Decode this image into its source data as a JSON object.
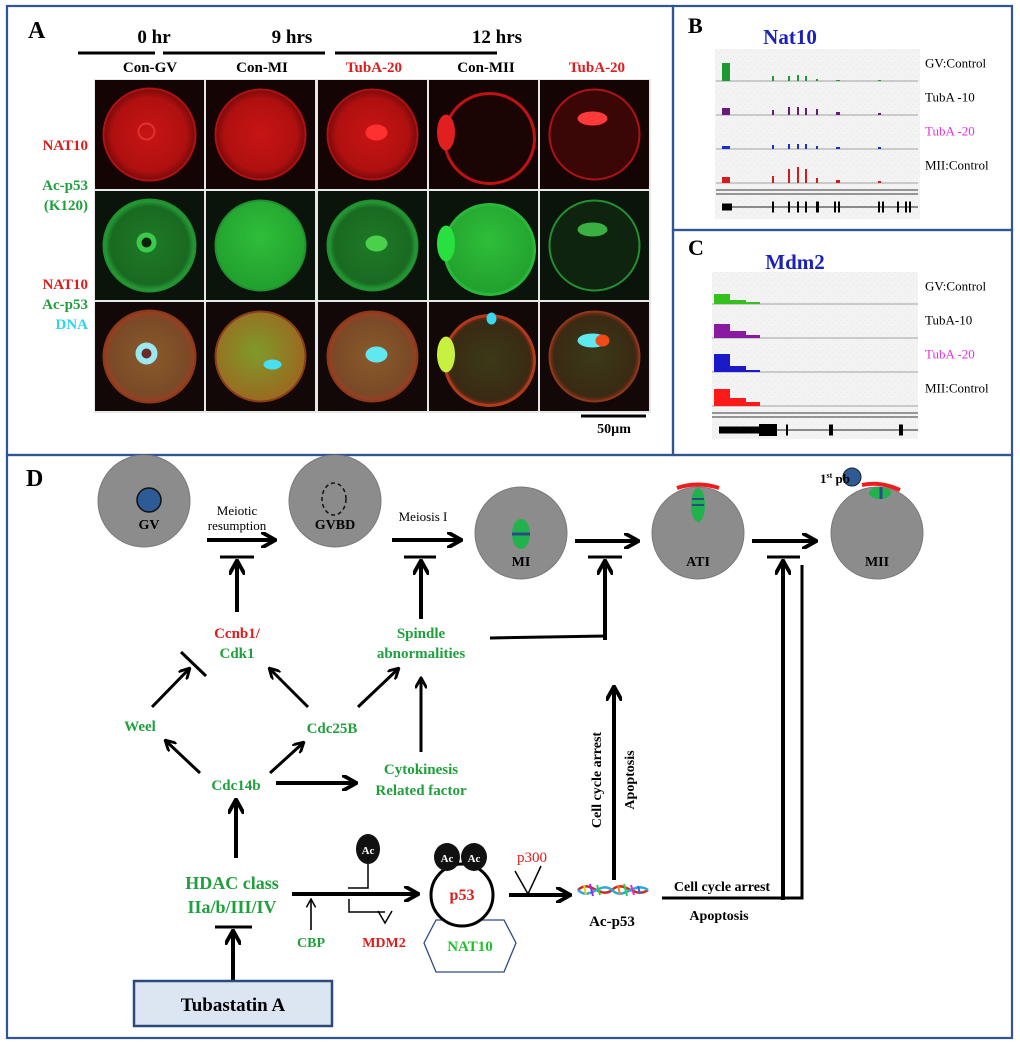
{
  "figure": {
    "panel_a": {
      "letter": "A",
      "time_headers": [
        "0 hr",
        "9 hrs",
        "12 hrs"
      ],
      "column_headers": [
        {
          "label": "Con-GV",
          "color": "#000000"
        },
        {
          "label": "Con-MI",
          "color": "#000000"
        },
        {
          "label": "TubA-20",
          "color": "#e01b1b"
        },
        {
          "label": "Con-MII",
          "color": "#000000"
        },
        {
          "label": "TubA-20",
          "color": "#e01b1b"
        }
      ],
      "row_labels": [
        {
          "lines": [
            {
              "text": "NAT10",
              "color": "#e01b1b"
            }
          ]
        },
        {
          "lines": [
            {
              "text": "Ac-p53",
              "color": "#1fa03c"
            },
            {
              "text": "(K120)",
              "color": "#1fa03c"
            }
          ]
        },
        {
          "lines": [
            {
              "text": "NAT10",
              "color": "#e01b1b"
            },
            {
              "text": "Ac-p53",
              "color": "#1fa03c"
            },
            {
              "text": "DNA",
              "color": "#2ad4ee"
            }
          ]
        }
      ],
      "scale_bar": "50µm"
    },
    "panel_b": {
      "letter": "B",
      "gene": "Nat10",
      "tracks": [
        {
          "label": "GV:Control",
          "label_color": "#000000",
          "color": "#1e9a35"
        },
        {
          "label": "TubA -10",
          "label_color": "#000000",
          "color": "#6a1b7a"
        },
        {
          "label": "TubA -20",
          "label_color": "#e62ee6",
          "color": "#1a2fc9"
        },
        {
          "label": "MII:Control",
          "label_color": "#000000",
          "color": "#d41c1c"
        }
      ]
    },
    "panel_c": {
      "letter": "C",
      "gene": "Mdm2",
      "tracks": [
        {
          "label": "GV:Control",
          "label_color": "#000000",
          "color": "#34c11e"
        },
        {
          "label": "TubA-10",
          "label_color": "#000000",
          "color": "#8a1aa0"
        },
        {
          "label": "TubA -20",
          "label_color": "#e62ee6",
          "color": "#1a1ac8"
        },
        {
          "label": "MII:Control",
          "label_color": "#000000",
          "color": "#ff1a1a"
        }
      ]
    },
    "panel_d": {
      "letter": "D",
      "stages": [
        "GV",
        "GVBD",
        "MI",
        "ATI",
        "MII"
      ],
      "transition_labels": {
        "meiotic": [
          "Meiotic",
          "resumption"
        ],
        "meiosis1": "Meiosis I"
      },
      "polar_body": {
        "main": "1",
        "sup": "st",
        "rest": " pb"
      },
      "nodes": {
        "ccnb1": "Ccnb1/",
        "cdk1": "Cdk1",
        "spindle": [
          "Spindle",
          "abnormalities"
        ],
        "weel": "Weel",
        "cdc25b": "Cdc25B",
        "cdc14b": "Cdc14b",
        "cytokinesis": [
          "Cytokinesis",
          "Related factor"
        ],
        "hdac": [
          "HDAC class",
          "IIa/b/III/IV"
        ],
        "tubastatin": "Tubastatin A",
        "cbp": "CBP",
        "mdm2": "MDM2",
        "ac": "Ac",
        "p53": "p53",
        "nat10": "NAT10",
        "p300": "p300",
        "ac_p53": "Ac-p53",
        "vertical_labels": [
          "Cell cycle arrest",
          "Apoptosis"
        ],
        "horizontal_labels": [
          "Cell cycle arrest",
          "Apoptosis"
        ]
      }
    }
  }
}
